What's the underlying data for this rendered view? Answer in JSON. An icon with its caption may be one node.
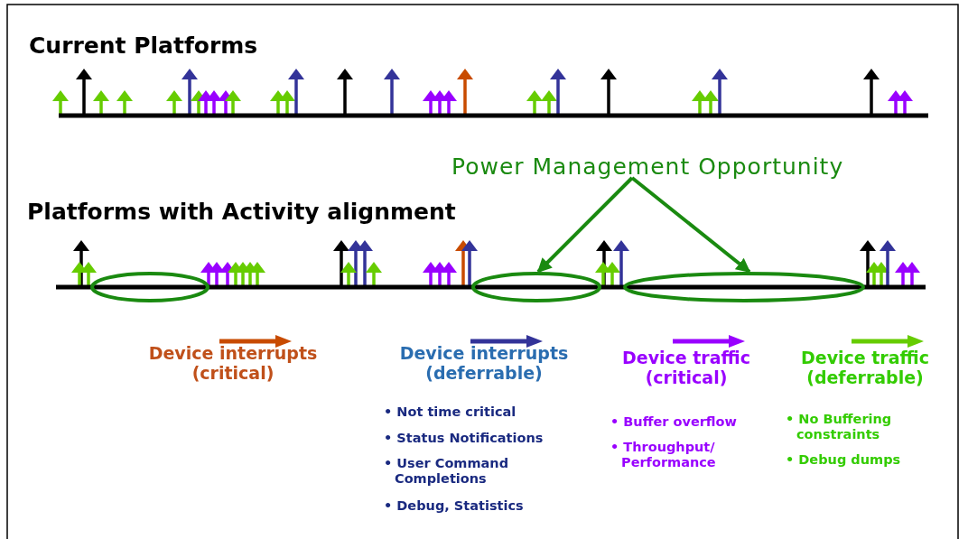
{
  "diagram": {
    "nodes": [
      {
        "text": [
          "Power Management Opportunity"
        ]
      },
      {
        "text": [],
        "shape": "ellipse"
      },
      {
        "text": [],
        "shape": "ellipse"
      },
      {
        "text": [],
        "shape": "ellipse"
      }
    ],
    "edges": [
      {
        "from": 0,
        "to": 2,
        "arrow": "to"
      },
      {
        "from": 0,
        "to": 3,
        "arrow": "to"
      }
    ],
    "labels": [
      "Current Platforms",
      "Platforms with Activity alignment",
      "• Not time critical",
      "• Status Notifications",
      "• User Command Completions",
      "• Debug, Statistics",
      "• Buffer overflow",
      "• Throughput/ Performance",
      "• No Buffering constraints",
      "• Debug dumps"
    ],
    "legend": [
      {
        "text": "Device interrupts (critical)",
        "color": "#c84b00"
      },
      {
        "text": "Device interrupts (deferrable)",
        "color": "#333399"
      },
      {
        "text": "Device traffic (critical)",
        "color": "#9900ff"
      },
      {
        "text": "Device traffic (deferrable)",
        "color": "#66cc00"
      }
    ]
  }
}
